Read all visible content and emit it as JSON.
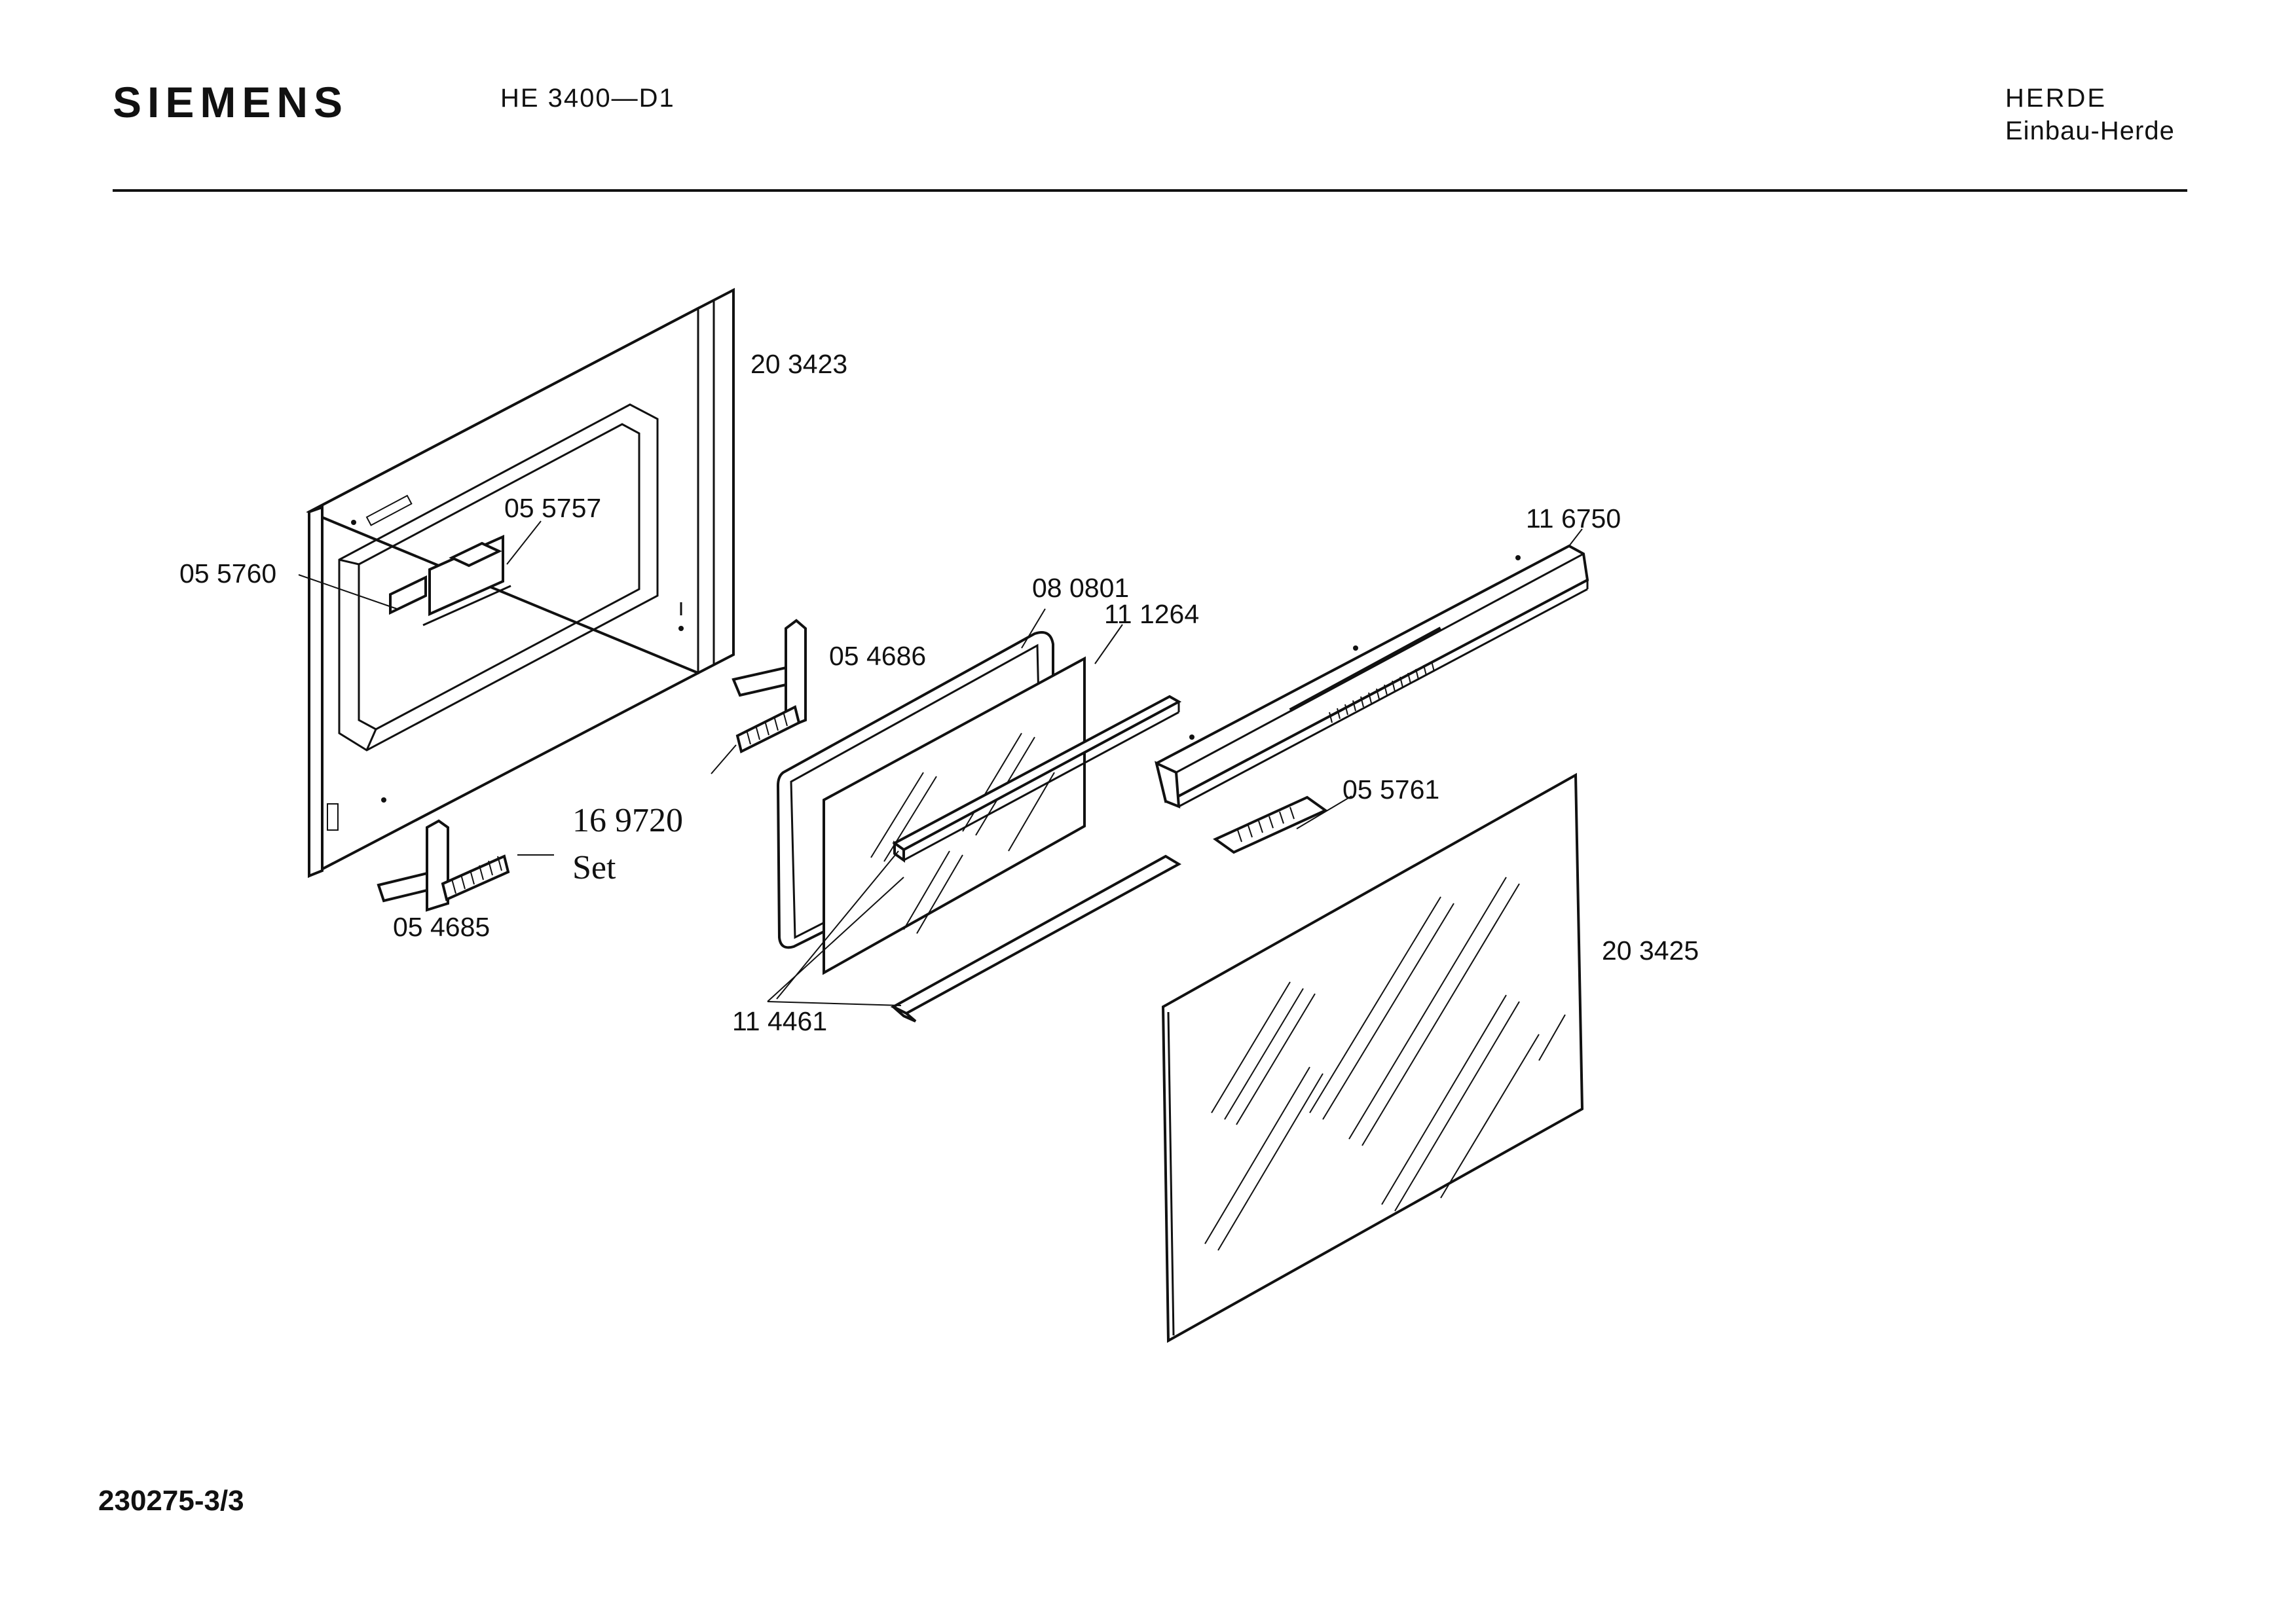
{
  "header": {
    "brand": "SIEMENS",
    "model": "HE 3400—D1",
    "category": "HERDE",
    "subcategory": "Einbau-Herde"
  },
  "footer": {
    "document_number": "230275-3/3"
  },
  "parts": {
    "door_frame": "20 3423",
    "handle_part": "05 5757",
    "latch_part": "05 5760",
    "hinge_right": "05 4686",
    "hinge_left": "05 4685",
    "hinge_set_number": "16 9720",
    "hinge_set_label": "Set",
    "gasket": "08 0801",
    "glass_holder": "11 1264",
    "glass_strips": "11 4461",
    "top_trim": "11 6750",
    "vent_grille": "05 5761",
    "outer_glass": "20 3425"
  }
}
